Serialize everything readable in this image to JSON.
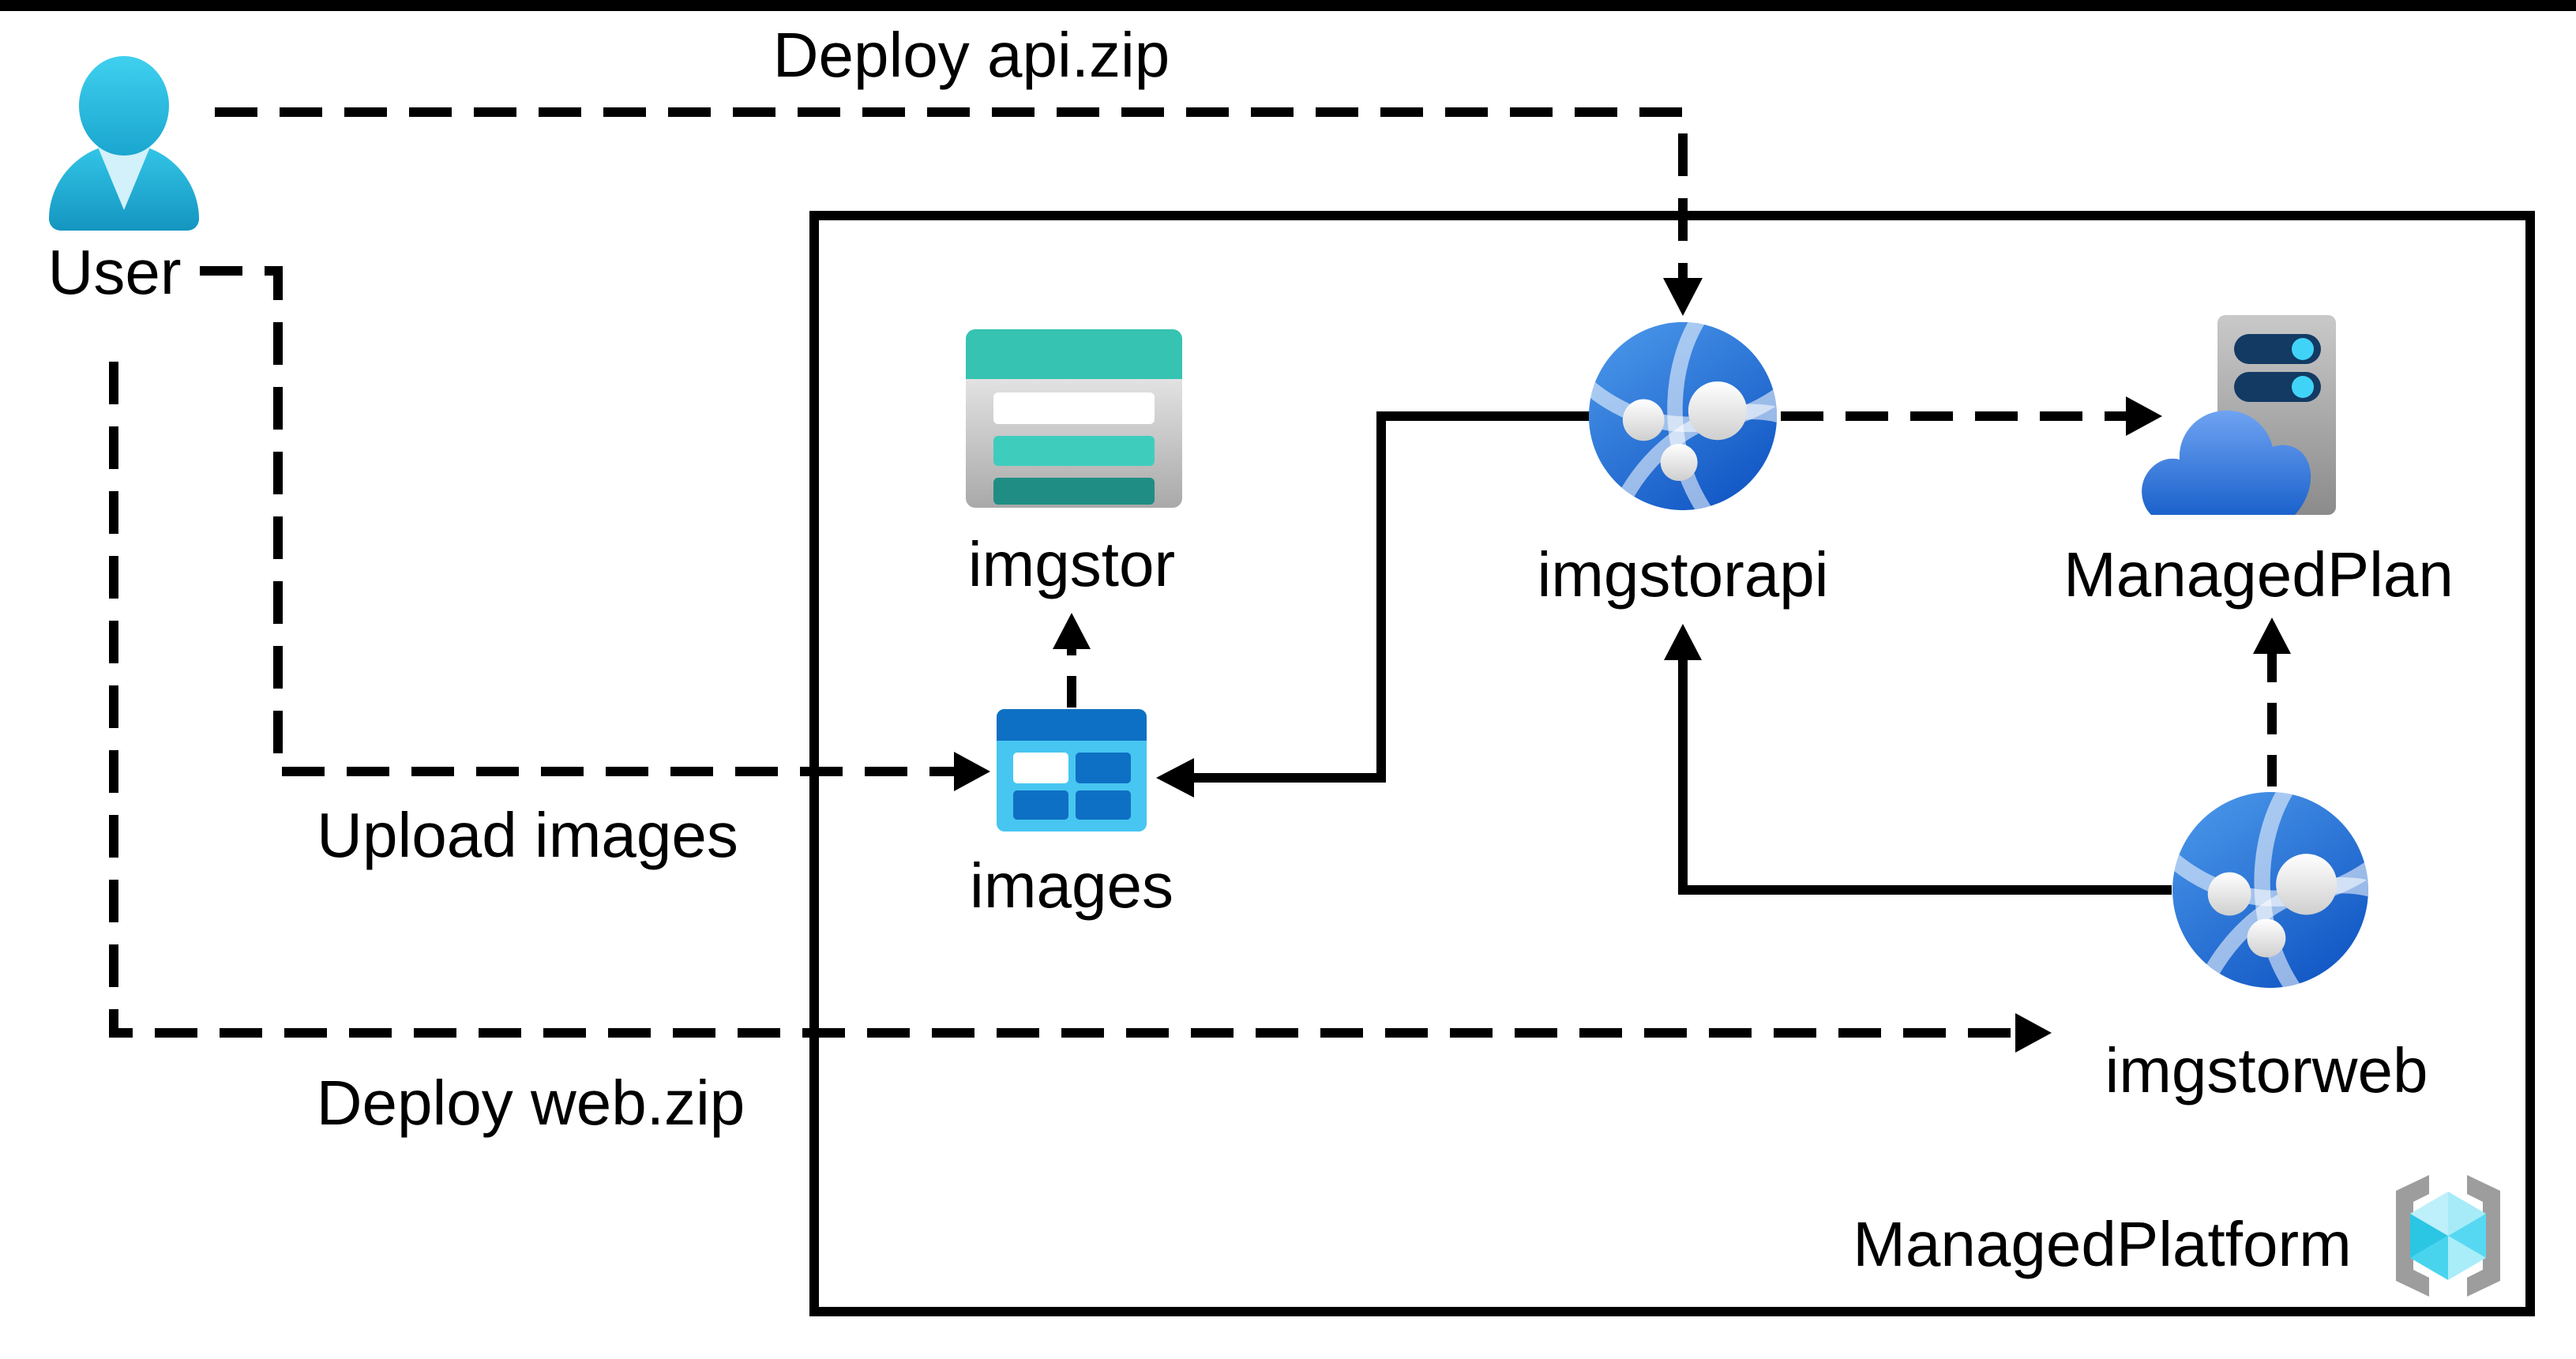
{
  "diagram_title": "",
  "nodes": {
    "user": {
      "label": "User",
      "type": "person"
    },
    "imgstor": {
      "label": "imgstor",
      "type": "storage-account"
    },
    "images": {
      "label": "images",
      "type": "blob-container"
    },
    "imgstorapi": {
      "label": "imgstorapi",
      "type": "app-service"
    },
    "managedplan": {
      "label": "ManagedPlan",
      "type": "app-service-plan"
    },
    "imgstorweb": {
      "label": "imgstorweb",
      "type": "app-service"
    },
    "platform": {
      "label": "ManagedPlatform",
      "type": "managed-environment-boundary"
    }
  },
  "edges": [
    {
      "id": "deploy-api",
      "from": "user",
      "to": "imgstorapi",
      "label": "Deploy api.zip",
      "style": "dashed"
    },
    {
      "id": "upload-images",
      "from": "user",
      "to": "images",
      "label": "Upload images",
      "style": "dashed"
    },
    {
      "id": "deploy-web",
      "from": "user",
      "to": "imgstorweb",
      "label": "Deploy web.zip",
      "style": "dashed"
    },
    {
      "id": "images-to-imgstor",
      "from": "images",
      "to": "imgstor",
      "label": "",
      "style": "dashed"
    },
    {
      "id": "imgstorapi-to-images",
      "from": "imgstorapi",
      "to": "images",
      "label": "",
      "style": "solid"
    },
    {
      "id": "imgstorweb-to-imgstorapi",
      "from": "imgstorweb",
      "to": "imgstorapi",
      "label": "",
      "style": "solid"
    },
    {
      "id": "imgstorapi-to-managedplan",
      "from": "imgstorapi",
      "to": "managedplan",
      "label": "",
      "style": "dashed"
    },
    {
      "id": "imgstorweb-to-managedplan",
      "from": "imgstorweb",
      "to": "managedplan",
      "label": "",
      "style": "dashed"
    }
  ],
  "colors": {
    "line": "#000000",
    "person": "#29bfe6",
    "storage_header": "#36c3b1",
    "storage_bar_teal": "#3ecdbd",
    "storage_bar_dark": "#1f8d83",
    "container_header": "#0e70c4",
    "container_body": "#47c6f1",
    "app_service_blue": "#2f7cdf",
    "plan_slot_navy": "#123a63",
    "plan_dot_cyan": "#41d3f7",
    "plan_cloud_blue": "#2268d1",
    "platform_cube_cyan": "#4fd4ef",
    "platform_bracket_gray": "#9d9d9d"
  }
}
